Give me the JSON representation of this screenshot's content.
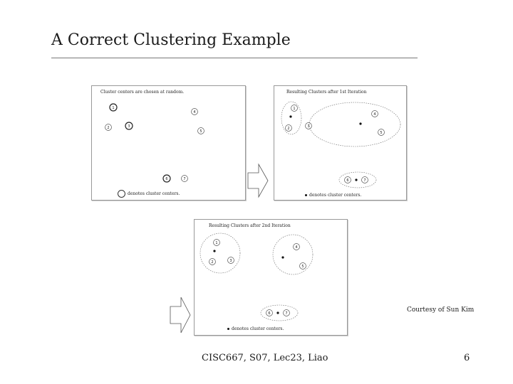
{
  "slide": {
    "title": "A Correct Clustering Example",
    "courtesy": "Courtesy of Sun Kim",
    "footer": "CISC667, S07, Lec23, Liao",
    "page_number": "6"
  },
  "panels": {
    "initial": {
      "caption": "Cluster centers are chosen at random.",
      "legend": "denotes cluster centers."
    },
    "iteration1": {
      "caption": "Resulting Clusters after 1st Iteration",
      "legend": "denotes cluster centers."
    },
    "iteration2": {
      "caption": "Resulting Clusters after 2nd Iteration",
      "legend": "denotes cluster centers."
    }
  },
  "points": [
    "1",
    "2",
    "3",
    "4",
    "5",
    "6",
    "7"
  ]
}
